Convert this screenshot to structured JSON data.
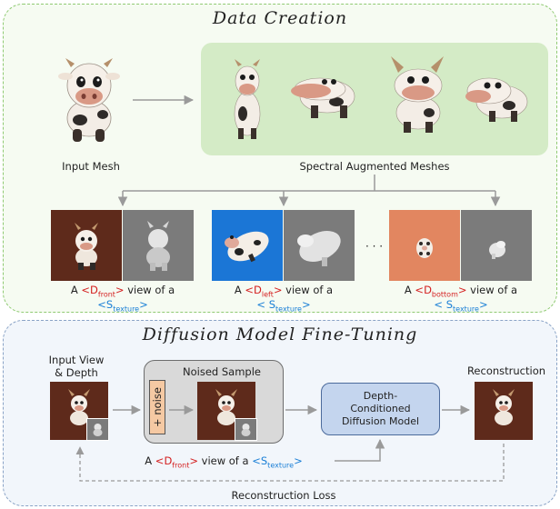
{
  "top": {
    "title": "Data Creation",
    "input_mesh_label": "Input Mesh",
    "augmented_label": "Spectral Augmented Meshes",
    "ellipsis": "· · ·",
    "captions": [
      {
        "prefix": "A ",
        "open": "<",
        "token": "D",
        "sub": "front",
        "close": ">",
        "middle": " view of a",
        "line2_open": "<",
        "line2_space": "",
        "line2_token": "S",
        "line2_sub": "texture",
        "line2_close": ">"
      },
      {
        "prefix": "A ",
        "open": "<",
        "token": "D",
        "sub": "left",
        "close": ">",
        "middle": " view of a",
        "line2_open": "<",
        "line2_space": " ",
        "line2_token": "S",
        "line2_sub": "texture",
        "line2_close": ">"
      },
      {
        "prefix": "A ",
        "open": "<",
        "token": "D",
        "sub": "bottom",
        "close": ">",
        "middle": " view of a",
        "line2_open": "<",
        "line2_space": " ",
        "line2_token": "S",
        "line2_sub": "texture",
        "line2_close": ">"
      }
    ]
  },
  "bottom": {
    "title": "Diffusion Model Fine-Tuning",
    "input_label_line1": "Input View",
    "input_label_line2": "& Depth",
    "noised_label": "Noised Sample",
    "noise_text": "+ noise",
    "model_line1": "Depth-",
    "model_line2": "Conditioned",
    "model_line3": "Diffusion Model",
    "reconstruction_label": "Reconstruction",
    "loss_label": "Reconstruction Loss",
    "prompt": {
      "prefix": "A ",
      "open": "<",
      "token": "D",
      "sub": "front",
      "close": ">",
      "middle": " view of a ",
      "open2": "<",
      "token2": "S",
      "sub2": "texture",
      "close2": ">"
    }
  },
  "colors": {
    "token_red": "#d42020",
    "token_blue": "#1a7fd6",
    "top_border": "#8fca72",
    "bottom_border": "#8aa3c6",
    "model_fill": "#c4d5ee",
    "brown_bg": "#5e2a1b",
    "blue_bg": "#1b76d6",
    "salmon_bg": "#e28660"
  },
  "icons": [
    "cow-mesh-icon",
    "cow-rendering-icon",
    "depth-map-icon",
    "arrow-icon"
  ]
}
